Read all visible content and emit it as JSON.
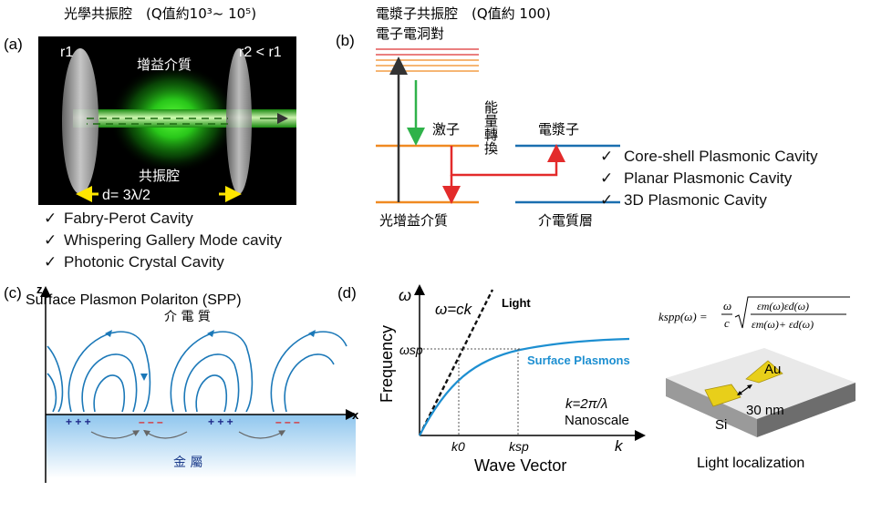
{
  "panel_a": {
    "title": "光學共振腔　(Q值約10³~ 10⁵)",
    "label": "(a)",
    "mirror_left": "r1",
    "mirror_right": "r2 < r1",
    "gain": "增益介質",
    "cavity": "共振腔",
    "length": "d= 3λ/2",
    "items": [
      "Fabry-Perot Cavity",
      "Whispering Gallery Mode cavity",
      "Photonic Crystal Cavity"
    ]
  },
  "panel_b": {
    "title": "電漿子共振腔　(Q值約 100)",
    "label": "(b)",
    "pair": "電子電洞對",
    "exciton": "激子",
    "transfer": "能量轉換",
    "plasmon": "電漿子",
    "gain_medium": "光增益介質",
    "dielectric_layer": "介電質層",
    "items": [
      "Core-shell Plasmonic Cavity",
      "Planar Plasmonic Cavity",
      "3D Plasmonic Cavity"
    ]
  },
  "panel_c": {
    "label": "(c)",
    "title": "Surface Plasmon Polariton (SPP)",
    "dielectric": "介 電 質",
    "metal": "金 屬",
    "z_axis": "z",
    "x_axis": "x",
    "charges": [
      "+ + +",
      "– – –",
      "+ + +",
      "– – –"
    ]
  },
  "panel_d": {
    "label": "(d)",
    "omega": "ω",
    "dispersion": "ω=ck",
    "light": "Light",
    "omega_sp": "ωsp",
    "ylabel": "Frequency",
    "xlabel": "Wave Vector",
    "k": "k",
    "k0": "k0",
    "ksp": "ksp",
    "sp_curve": "Surface Plasmons",
    "wavenumber": "k=2π/λ",
    "nanoscale": "Nanoscale",
    "formula_left": "kspp(ω) =",
    "formula_frac_top": "ω",
    "formula_frac_bottom": "c",
    "formula_num": "εm(ω)εd(ω)",
    "formula_den": "εm(ω)+ εd(ω)",
    "au": "Au",
    "si": "Si",
    "gap": "30 nm",
    "caption": "Light localization"
  },
  "colors": {
    "green_beam": "#32ff1e",
    "orange_level": "#f08a22",
    "blue_level": "#1a6fb0",
    "red_arrow": "#e32b2b",
    "green_arrow": "#2fb24a",
    "field_blue": "#1b78b8",
    "sp_curve_blue": "#1d8fd1",
    "gold": "#e8cf1a"
  }
}
